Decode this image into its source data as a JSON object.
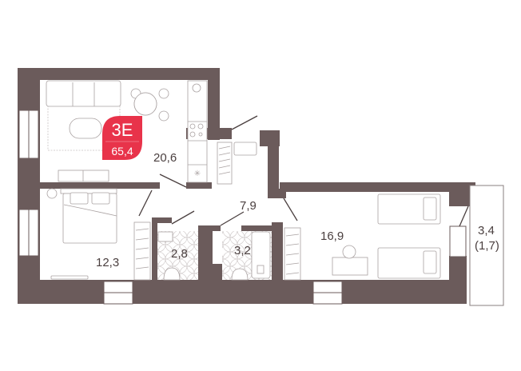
{
  "apartment": {
    "type_label": "3E",
    "total_area": "65,4",
    "badge_color": "#e8334a"
  },
  "rooms": [
    {
      "id": "living-kitchen",
      "area": "20,6"
    },
    {
      "id": "hallway",
      "area": "7,9"
    },
    {
      "id": "bedroom-left",
      "area": "12,3"
    },
    {
      "id": "wc",
      "area": "2,8"
    },
    {
      "id": "bathroom",
      "area": "3,2"
    },
    {
      "id": "bedroom-right",
      "area": "16,9"
    },
    {
      "id": "balcony",
      "area": "3,4",
      "reduced_area": "(1,7)"
    }
  ],
  "colors": {
    "wall": "#6b5b5b",
    "text": "#4a3f3f",
    "furniture_stroke": "#a9a1a1"
  }
}
